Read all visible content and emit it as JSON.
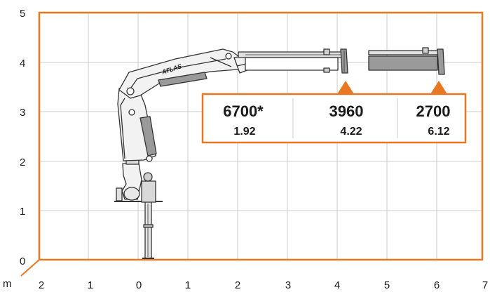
{
  "diagram": {
    "y_ticks": [
      "0",
      "1",
      "2",
      "3",
      "4",
      "5"
    ],
    "x_ticks": [
      "2",
      "1",
      "0",
      "1",
      "2",
      "3",
      "4",
      "5",
      "6",
      "7"
    ],
    "unit_label": "m",
    "logo_text": "ATLAS",
    "load_table": [
      {
        "load": "6700*",
        "reach": "1.92"
      },
      {
        "load": "3960",
        "reach": "4.22"
      },
      {
        "load": "2700",
        "reach": "6.12"
      }
    ],
    "colors": {
      "accent": "#e87722",
      "grid": "#cccccc",
      "crane_fill": "#f2f2f2",
      "cylinder": "#9a9a9a",
      "outline": "#333333"
    }
  }
}
